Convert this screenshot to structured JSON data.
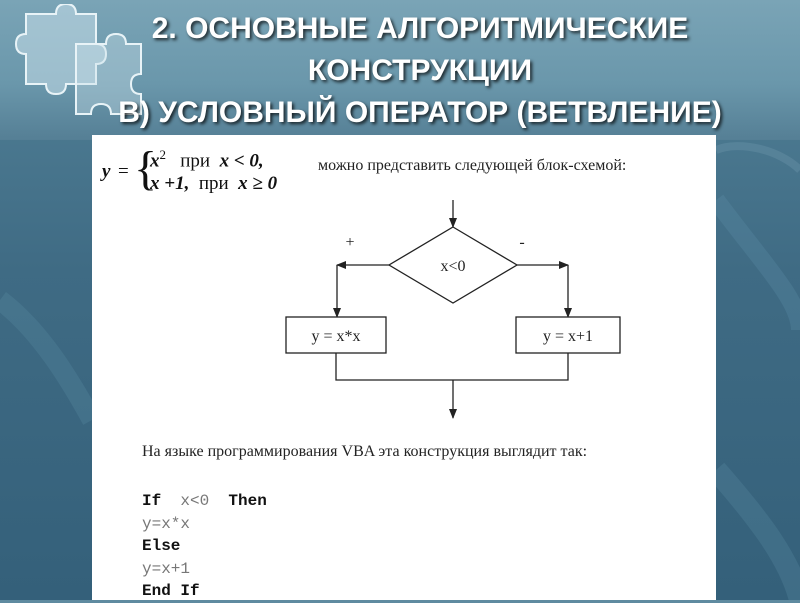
{
  "title": {
    "line1": "2. ОСНОВНЫЕ АЛГОРИТМИЧЕСКИЕ",
    "line2": "КОНСТРУКЦИИ",
    "line3": "B) УСЛОВНЫЙ ОПЕРАТОР (ВЕТВЛЕНИЕ)"
  },
  "formula": {
    "lhs": "y",
    "eq": "=",
    "case1_expr": "x",
    "case1_exp": "2",
    "case1_cond_word": "при",
    "case1_cond": "x < 0,",
    "case2_expr": "x +1,",
    "case2_cond_word": "при",
    "case2_cond": "x ≥ 0"
  },
  "intro_text": "можно представить следующей блок-схемой:",
  "flowchart": {
    "condition": "x<0",
    "yes_label": "+",
    "no_label": "-",
    "yes_action": "y = x*x",
    "no_action": "y = x+1"
  },
  "vba_caption": "На языке программирования VBA эта конструкция выглядит так:",
  "code": {
    "if_kw": "If",
    "if_cond": "x<0",
    "then_kw": "Then",
    "stmt1": "y=x*x",
    "else_kw": "Else",
    "stmt2": "y=x+1",
    "endif_kw": "End If"
  }
}
